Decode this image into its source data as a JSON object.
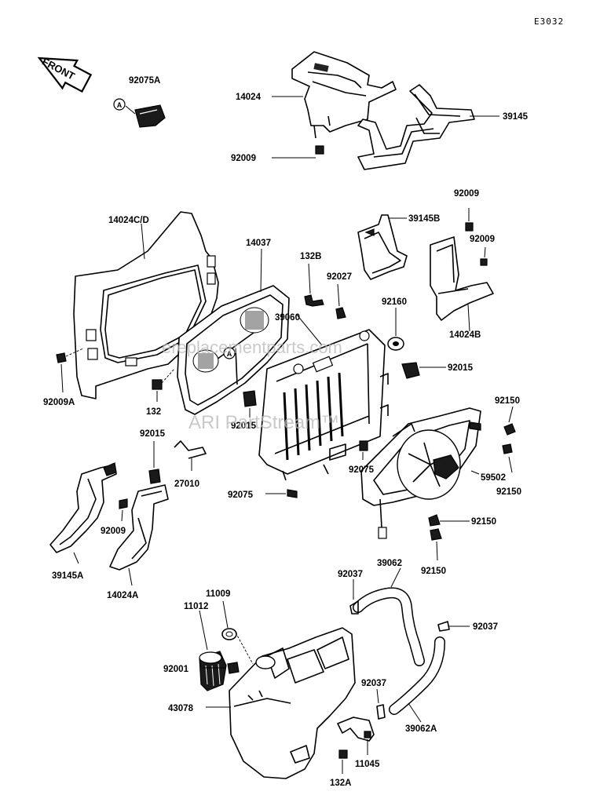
{
  "diagram_code": "E3032",
  "front_label": "FRONT",
  "marker_letter": "A",
  "watermark_url": "ereplacementparts.com",
  "watermark_brand": "ARI PartStream™",
  "labels": [
    {
      "id": "92075A",
      "text": "92075A"
    },
    {
      "id": "14024",
      "text": "14024"
    },
    {
      "id": "39145",
      "text": "39145"
    },
    {
      "id": "92009-top",
      "text": "92009"
    },
    {
      "id": "14024CD",
      "text": "14024C/D"
    },
    {
      "id": "14037",
      "text": "14037"
    },
    {
      "id": "132B",
      "text": "132B"
    },
    {
      "id": "92027",
      "text": "92027"
    },
    {
      "id": "39145B",
      "text": "39145B"
    },
    {
      "id": "92009-r1",
      "text": "92009"
    },
    {
      "id": "92009-r2",
      "text": "92009"
    },
    {
      "id": "39060",
      "text": "39060"
    },
    {
      "id": "92160",
      "text": "92160"
    },
    {
      "id": "14024B",
      "text": "14024B"
    },
    {
      "id": "92009A",
      "text": "92009A"
    },
    {
      "id": "132",
      "text": "132"
    },
    {
      "id": "92015-a",
      "text": "92015"
    },
    {
      "id": "92015-b",
      "text": "92015"
    },
    {
      "id": "92015-c",
      "text": "92015"
    },
    {
      "id": "92150-a",
      "text": "92150"
    },
    {
      "id": "27010",
      "text": "27010"
    },
    {
      "id": "92075-a",
      "text": "92075"
    },
    {
      "id": "59502",
      "text": "59502"
    },
    {
      "id": "92150-b",
      "text": "92150"
    },
    {
      "id": "92075-b",
      "text": "92075"
    },
    {
      "id": "92009-l",
      "text": "92009"
    },
    {
      "id": "92150-c",
      "text": "92150"
    },
    {
      "id": "39145A",
      "text": "39145A"
    },
    {
      "id": "14024A",
      "text": "14024A"
    },
    {
      "id": "92150-d",
      "text": "92150"
    },
    {
      "id": "92037-a",
      "text": "92037"
    },
    {
      "id": "39062",
      "text": "39062"
    },
    {
      "id": "11009",
      "text": "11009"
    },
    {
      "id": "11012",
      "text": "11012"
    },
    {
      "id": "92037-b",
      "text": "92037"
    },
    {
      "id": "92001",
      "text": "92001"
    },
    {
      "id": "92037-c",
      "text": "92037"
    },
    {
      "id": "43078",
      "text": "43078"
    },
    {
      "id": "39062A",
      "text": "39062A"
    },
    {
      "id": "11045",
      "text": "11045"
    },
    {
      "id": "132A",
      "text": "132A"
    }
  ]
}
